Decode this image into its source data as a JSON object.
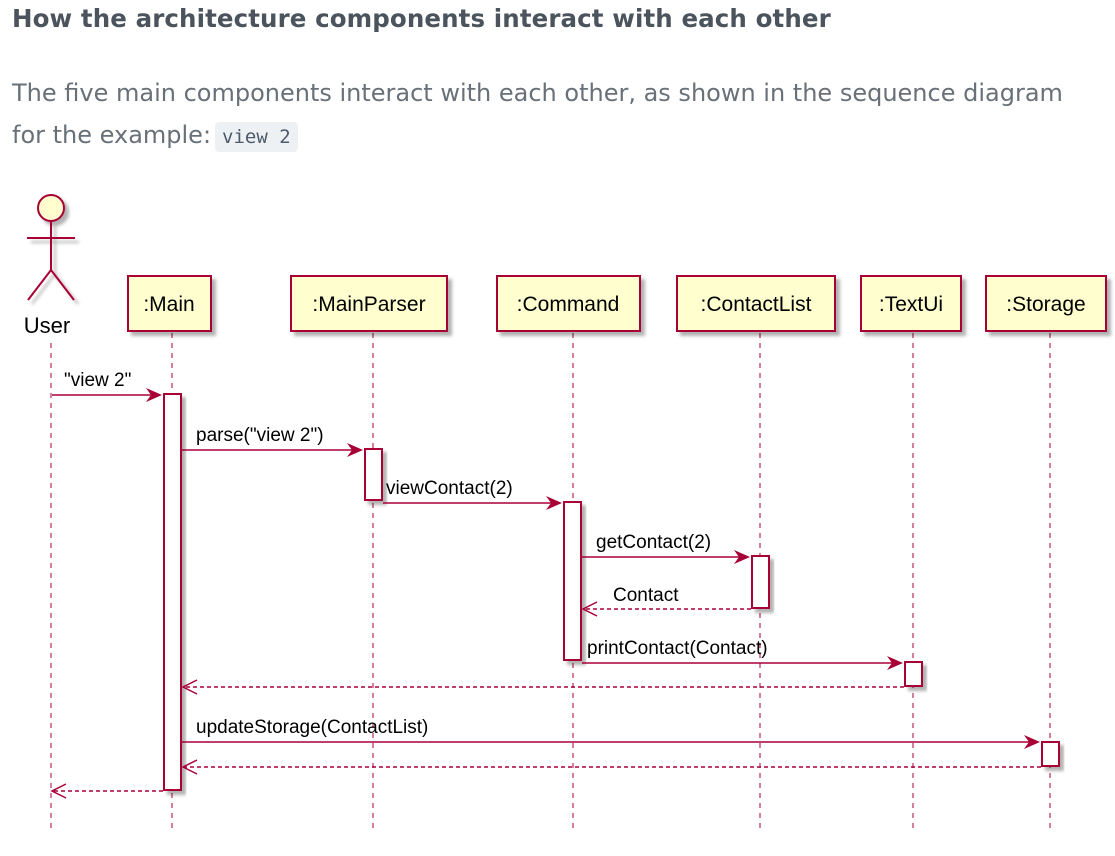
{
  "heading": "How the architecture components interact with each other",
  "paragraph": {
    "line1": "The five main components interact with each other, as shown in the sequence diagram",
    "line2": "for the example:",
    "code": "view 2"
  },
  "diagram": {
    "type": "sequence",
    "actor": "User",
    "participants": [
      ":Main",
      ":MainParser",
      ":Command",
      ":ContactList",
      ":TextUi",
      ":Storage"
    ],
    "messages": [
      {
        "label": "\"view 2\"",
        "from": "User",
        "to": ":Main",
        "style": "sync"
      },
      {
        "label": "parse(\"view 2\")",
        "from": ":Main",
        "to": ":MainParser",
        "style": "sync"
      },
      {
        "label": "viewContact(2)",
        "from": ":MainParser",
        "to": ":Command",
        "style": "sync"
      },
      {
        "label": "getContact(2)",
        "from": ":Command",
        "to": ":ContactList",
        "style": "sync"
      },
      {
        "label": "Contact",
        "from": ":ContactList",
        "to": ":Command",
        "style": "return"
      },
      {
        "label": "printContact(Contact)",
        "from": ":Command",
        "to": ":TextUi",
        "style": "sync"
      },
      {
        "label": "",
        "from": ":TextUi",
        "to": ":Main",
        "style": "return"
      },
      {
        "label": "updateStorage(ContactList)",
        "from": ":Main",
        "to": ":Storage",
        "style": "sync"
      },
      {
        "label": "",
        "from": ":Storage",
        "to": ":Main",
        "style": "return"
      },
      {
        "label": "",
        "from": ":Main",
        "to": "User",
        "style": "return"
      }
    ],
    "colors": {
      "line": "#a80036",
      "box_fill": "#fefece",
      "actor_fill": "#fefece",
      "text": "#000000"
    }
  }
}
